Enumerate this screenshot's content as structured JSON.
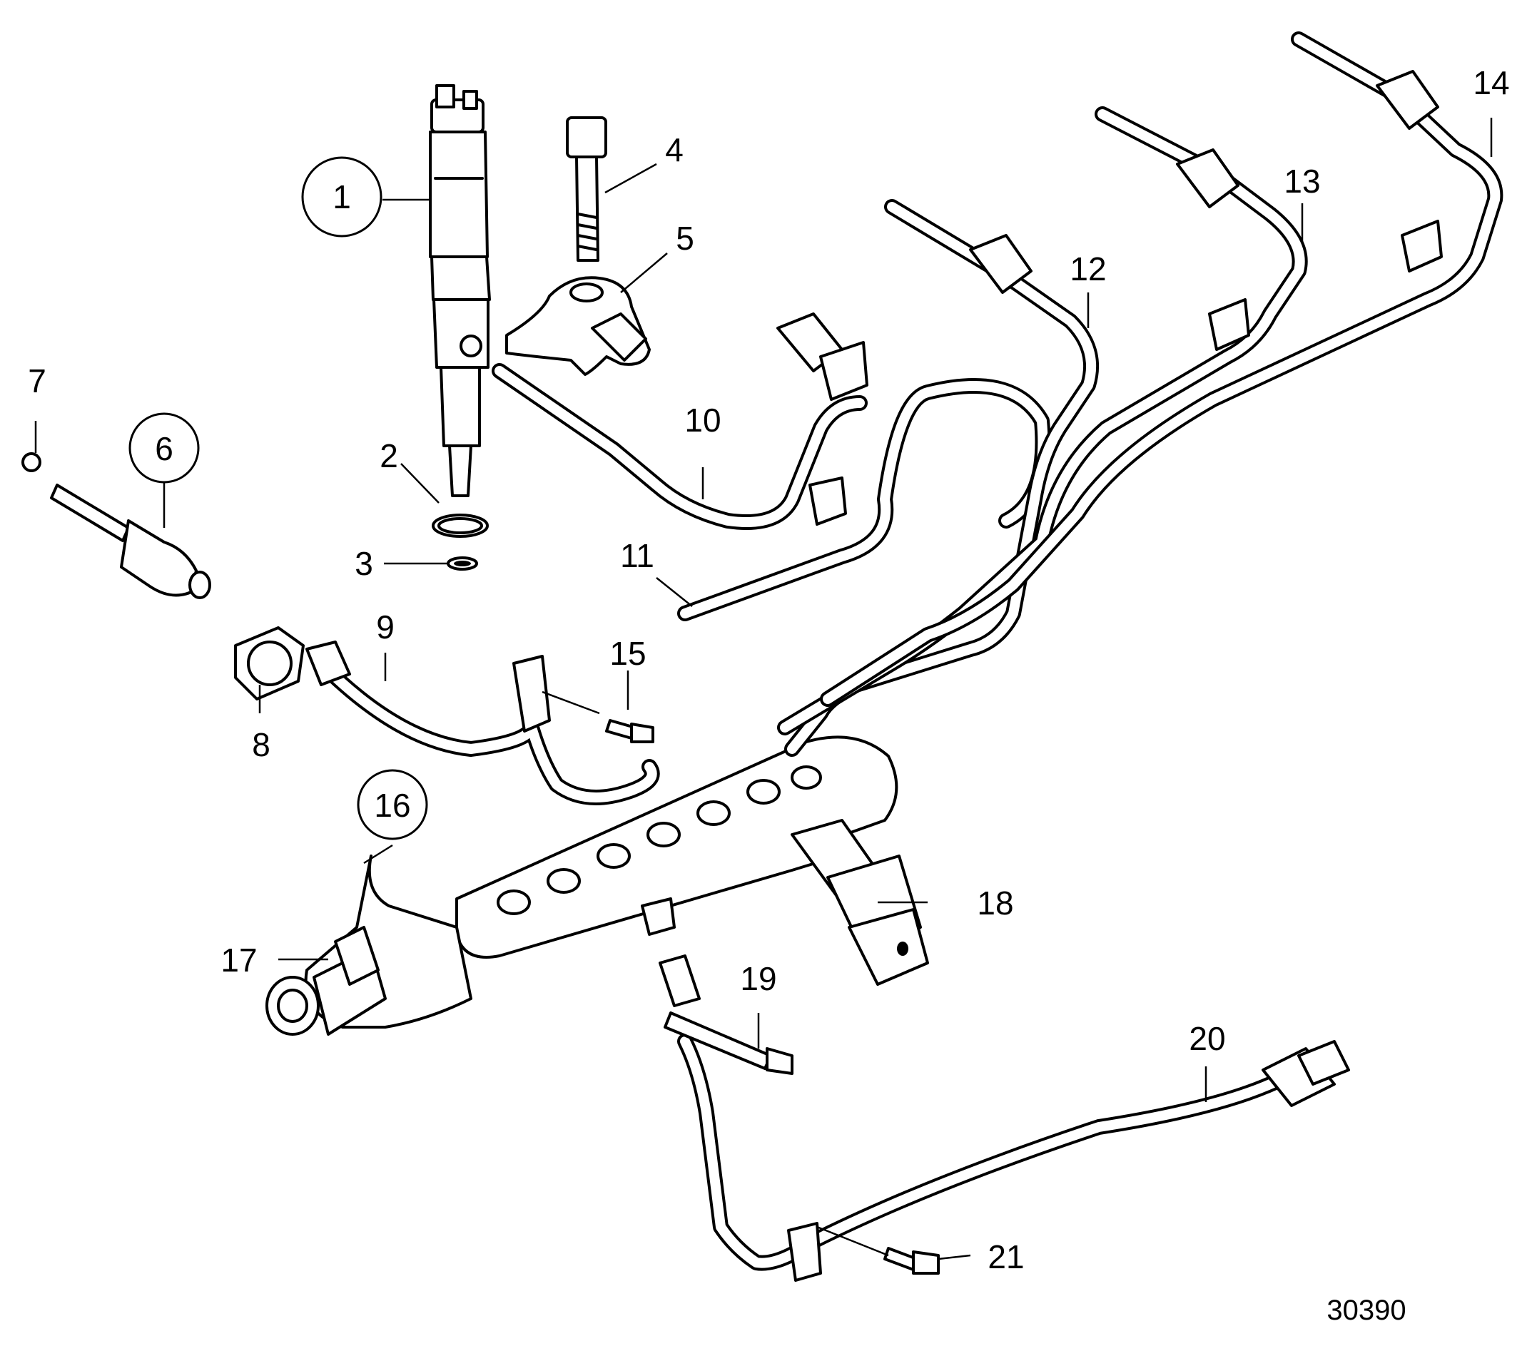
{
  "diagram": {
    "drawing_number": "30390",
    "callouts": [
      {
        "id": "1",
        "circled": true
      },
      {
        "id": "2",
        "circled": false
      },
      {
        "id": "3",
        "circled": false
      },
      {
        "id": "4",
        "circled": false
      },
      {
        "id": "5",
        "circled": false
      },
      {
        "id": "6",
        "circled": true
      },
      {
        "id": "7",
        "circled": false
      },
      {
        "id": "8",
        "circled": false
      },
      {
        "id": "9",
        "circled": false
      },
      {
        "id": "10",
        "circled": false
      },
      {
        "id": "11",
        "circled": false
      },
      {
        "id": "12",
        "circled": false
      },
      {
        "id": "13",
        "circled": false
      },
      {
        "id": "14",
        "circled": false
      },
      {
        "id": "15",
        "circled": false
      },
      {
        "id": "16",
        "circled": true
      },
      {
        "id": "17",
        "circled": false
      },
      {
        "id": "18",
        "circled": false
      },
      {
        "id": "19",
        "circled": false
      },
      {
        "id": "20",
        "circled": false
      },
      {
        "id": "21",
        "circled": false
      }
    ]
  }
}
